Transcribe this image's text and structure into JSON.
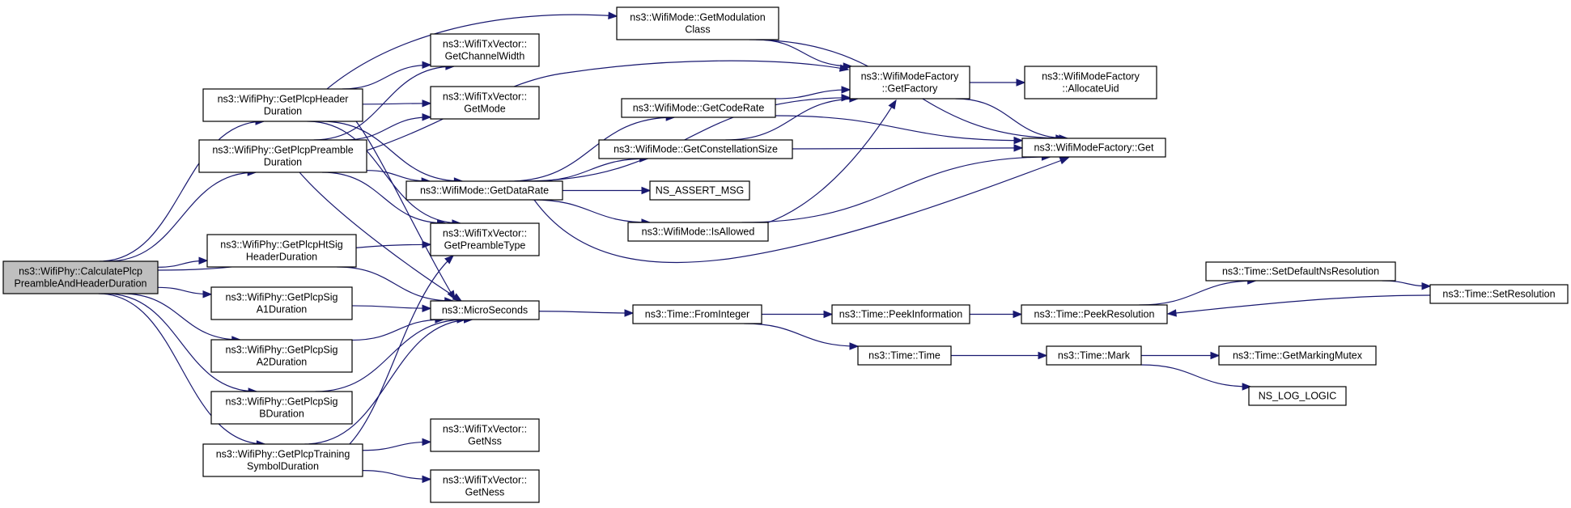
{
  "nodes": {
    "calc": {
      "lines": [
        "ns3::WifiPhy::CalculatePlcp",
        "PreambleAndHeaderDuration"
      ],
      "root": true,
      "interactable": true
    },
    "hdr": {
      "lines": [
        "ns3::WifiPhy::GetPlcpHeader",
        "Duration"
      ]
    },
    "pre": {
      "lines": [
        "ns3::WifiPhy::GetPlcpPreamble",
        "Duration"
      ]
    },
    "htsig": {
      "lines": [
        "ns3::WifiPhy::GetPlcpHtSig",
        "HeaderDuration"
      ]
    },
    "siga1": {
      "lines": [
        "ns3::WifiPhy::GetPlcpSig",
        "A1Duration"
      ]
    },
    "siga2": {
      "lines": [
        "ns3::WifiPhy::GetPlcpSig",
        "A2Duration"
      ]
    },
    "sigb": {
      "lines": [
        "ns3::WifiPhy::GetPlcpSig",
        "BDuration"
      ]
    },
    "train": {
      "lines": [
        "ns3::WifiPhy::GetPlcpTraining",
        "SymbolDuration"
      ]
    },
    "chw": {
      "lines": [
        "ns3::WifiTxVector::",
        "GetChannelWidth"
      ]
    },
    "mode": {
      "lines": [
        "ns3::WifiTxVector::",
        "GetMode"
      ]
    },
    "dr": {
      "lines": [
        "ns3::WifiMode::GetDataRate"
      ]
    },
    "ptype": {
      "lines": [
        "ns3::WifiTxVector::",
        "GetPreambleType"
      ]
    },
    "us": {
      "lines": [
        "ns3::MicroSeconds"
      ]
    },
    "nss": {
      "lines": [
        "ns3::WifiTxVector::",
        "GetNss"
      ]
    },
    "ness": {
      "lines": [
        "ns3::WifiTxVector::",
        "GetNess"
      ]
    },
    "modc": {
      "lines": [
        "ns3::WifiMode::GetModulation",
        "Class"
      ]
    },
    "cr": {
      "lines": [
        "ns3::WifiMode::GetCodeRate"
      ]
    },
    "cs": {
      "lines": [
        "ns3::WifiMode::GetConstellationSize"
      ]
    },
    "assert": {
      "lines": [
        "NS_ASSERT_MSG"
      ]
    },
    "allowed": {
      "lines": [
        "ns3::WifiMode::IsAllowed"
      ]
    },
    "fi": {
      "lines": [
        "ns3::Time::FromInteger"
      ]
    },
    "fact": {
      "lines": [
        "ns3::WifiModeFactory",
        "::GetFactory"
      ]
    },
    "get": {
      "lines": [
        "ns3::WifiModeFactory::Get"
      ]
    },
    "uid": {
      "lines": [
        "ns3::WifiModeFactory",
        "::AllocateUid"
      ]
    },
    "pinfo": {
      "lines": [
        "ns3::Time::PeekInformation"
      ]
    },
    "time": {
      "lines": [
        "ns3::Time::Time"
      ]
    },
    "pres": {
      "lines": [
        "ns3::Time::PeekResolution"
      ]
    },
    "mark": {
      "lines": [
        "ns3::Time::Mark"
      ]
    },
    "defres": {
      "lines": [
        "ns3::Time::SetDefaultNsResolution"
      ]
    },
    "setres": {
      "lines": [
        "ns3::Time::SetResolution"
      ]
    },
    "mutex": {
      "lines": [
        "ns3::Time::GetMarkingMutex"
      ]
    },
    "logic": {
      "lines": [
        "NS_LOG_LOGIC"
      ]
    }
  },
  "edges": [
    [
      "calc",
      "hdr"
    ],
    [
      "calc",
      "pre"
    ],
    [
      "calc",
      "htsig"
    ],
    [
      "calc",
      "siga1"
    ],
    [
      "calc",
      "siga2"
    ],
    [
      "calc",
      "sigb"
    ],
    [
      "calc",
      "train"
    ],
    [
      "calc",
      "ptype"
    ],
    [
      "hdr",
      "chw"
    ],
    [
      "hdr",
      "mode"
    ],
    [
      "hdr",
      "dr"
    ],
    [
      "hdr",
      "ptype"
    ],
    [
      "hdr",
      "us"
    ],
    [
      "hdr",
      "modc"
    ],
    [
      "pre",
      "chw"
    ],
    [
      "pre",
      "mode"
    ],
    [
      "pre",
      "dr"
    ],
    [
      "pre",
      "ptype"
    ],
    [
      "pre",
      "us"
    ],
    [
      "pre",
      "fact"
    ],
    [
      "htsig",
      "us"
    ],
    [
      "siga1",
      "us"
    ],
    [
      "siga2",
      "us"
    ],
    [
      "sigb",
      "us"
    ],
    [
      "train",
      "nss"
    ],
    [
      "train",
      "ness"
    ],
    [
      "train",
      "us"
    ],
    [
      "train",
      "ptype"
    ],
    [
      "dr",
      "cr"
    ],
    [
      "dr",
      "cs"
    ],
    [
      "dr",
      "assert"
    ],
    [
      "dr",
      "allowed"
    ],
    [
      "dr",
      "get"
    ],
    [
      "dr",
      "fact"
    ],
    [
      "modc",
      "fact"
    ],
    [
      "modc",
      "get"
    ],
    [
      "cr",
      "fact"
    ],
    [
      "cr",
      "get"
    ],
    [
      "cs",
      "fact"
    ],
    [
      "cs",
      "get"
    ],
    [
      "allowed",
      "fact"
    ],
    [
      "allowed",
      "get"
    ],
    [
      "fact",
      "uid"
    ],
    [
      "fact",
      "get"
    ],
    [
      "us",
      "fi"
    ],
    [
      "fi",
      "pinfo"
    ],
    [
      "fi",
      "time"
    ],
    [
      "pinfo",
      "pres"
    ],
    [
      "pres",
      "defres"
    ],
    [
      "defres",
      "setres"
    ],
    [
      "setres",
      "pres"
    ],
    [
      "time",
      "mark"
    ],
    [
      "mark",
      "mutex"
    ],
    [
      "mark",
      "logic"
    ]
  ]
}
